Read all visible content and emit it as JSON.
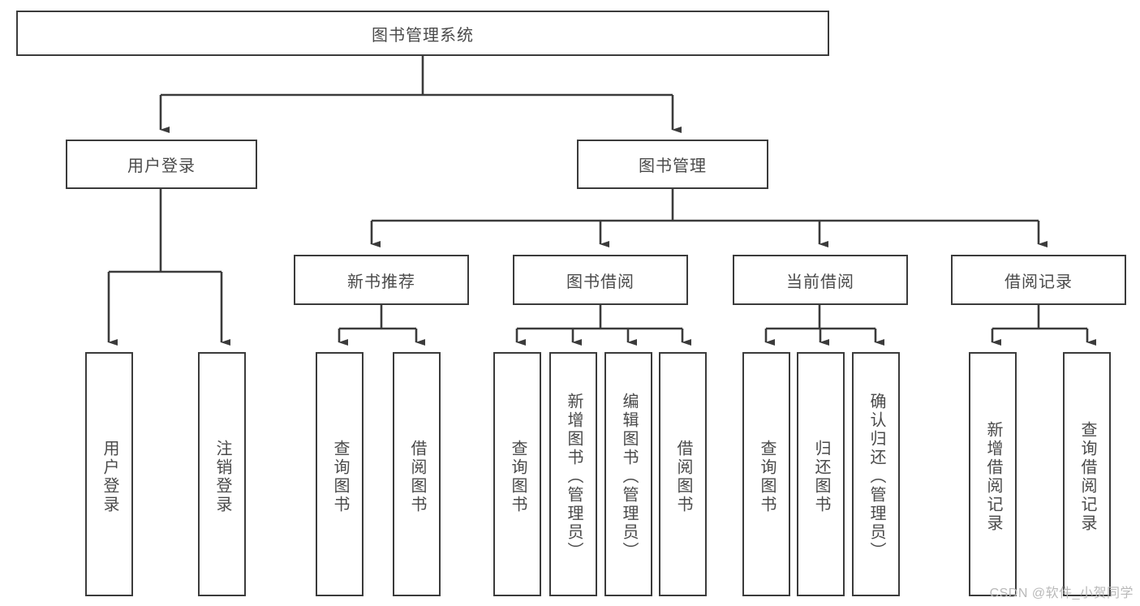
{
  "diagram": {
    "type": "tree",
    "title": "图书管理系统",
    "watermark": "CSDN @软件_小贺同学",
    "colors": {
      "box_border": "#3b3b3b",
      "box_fill": "#ffffff",
      "text": "#4a4a4a",
      "connector": "#3b3b3b",
      "watermark": "#b9b9b9"
    },
    "nodes": {
      "root": {
        "label": "图书管理系统"
      },
      "level2": [
        {
          "id": "user-login",
          "label": "用户登录"
        },
        {
          "id": "book-manage",
          "label": "图书管理"
        }
      ],
      "level3": [
        {
          "id": "new-book-recommend",
          "label": "新书推荐"
        },
        {
          "id": "book-borrow",
          "label": "图书借阅"
        },
        {
          "id": "current-borrow",
          "label": "当前借阅"
        },
        {
          "id": "borrow-record",
          "label": "借阅记录"
        }
      ],
      "leaves": {
        "user-login": [
          {
            "id": "leaf-user-login",
            "label": "用户登录"
          },
          {
            "id": "leaf-logout-login",
            "label": "注销登录"
          }
        ],
        "new-book-recommend": [
          {
            "id": "leaf-query-book-1",
            "label": "查询图书"
          },
          {
            "id": "leaf-borrow-book-1",
            "label": "借阅图书"
          }
        ],
        "book-borrow": [
          {
            "id": "leaf-query-book-2",
            "label": "查询图书"
          },
          {
            "id": "leaf-add-book",
            "label": "新增图书（管理员）"
          },
          {
            "id": "leaf-edit-book",
            "label": "编辑图书（管理员）"
          },
          {
            "id": "leaf-borrow-book-2",
            "label": "借阅图书"
          }
        ],
        "current-borrow": [
          {
            "id": "leaf-query-book-3",
            "label": "查询图书"
          },
          {
            "id": "leaf-return-book",
            "label": "归还图书"
          },
          {
            "id": "leaf-confirm-return",
            "label": "确认归还（管理员）"
          }
        ],
        "borrow-record": [
          {
            "id": "leaf-add-record",
            "label": "新增借阅记录"
          },
          {
            "id": "leaf-query-record",
            "label": "查询借阅记录"
          }
        ]
      }
    }
  }
}
